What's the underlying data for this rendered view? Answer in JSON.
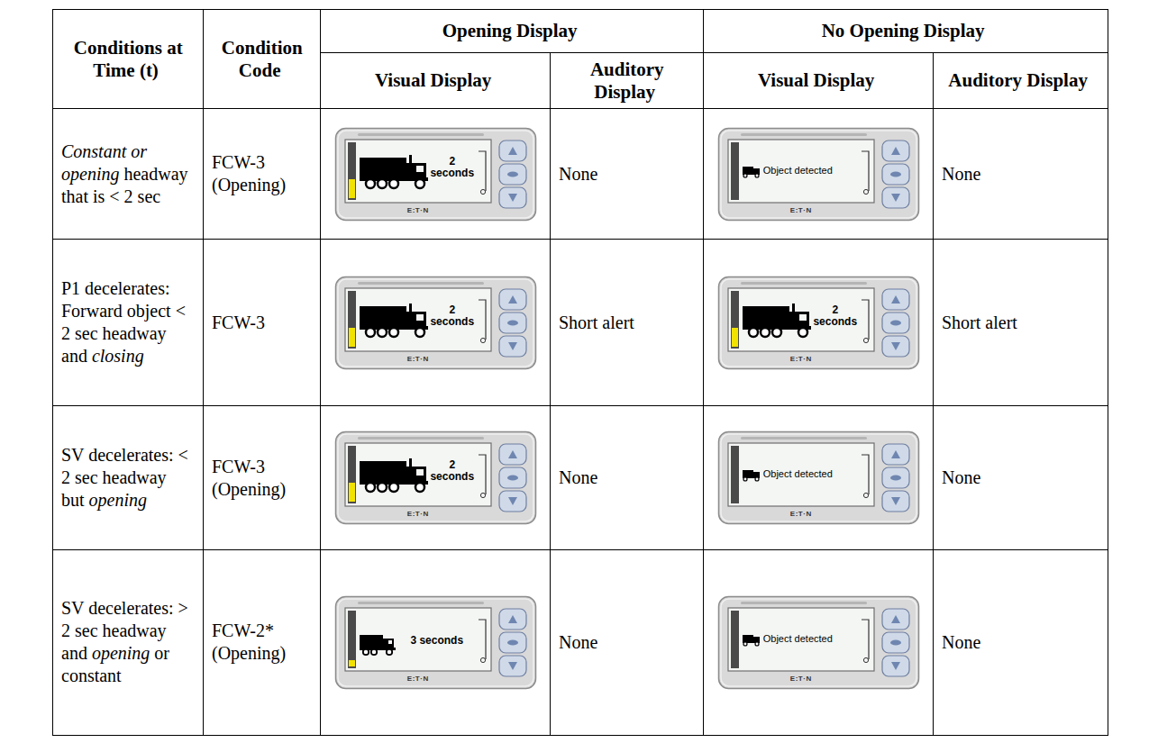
{
  "diagram": {
    "labels": [
      "Conditions at Time (t)",
      "Condition Code",
      "Opening Display",
      "No Opening Display",
      "Visual Display",
      "Auditory Display",
      "Visual Display",
      "Auditory Display",
      "Constant or opening",
      "headway that is < 2 sec",
      "FCW-3 (Opening)",
      "2 seconds",
      "E:T·N",
      "None",
      "Object detected",
      "E:T·N",
      "None",
      "P1 decelerates:",
      "Forward object < 2 sec headway and",
      "closing",
      "FCW-3",
      "2 seconds",
      "E:T·N",
      "Short alert",
      "2 seconds",
      "E:T·N",
      "Short alert",
      "SV decelerates: < 2 sec headway but",
      "opening",
      "FCW-3 (Opening)",
      "2 seconds",
      "E:T·N",
      "None",
      "Object detected",
      "E:T·N",
      "None",
      "SV decelerates: > 2 sec headway and",
      "opening",
      "or constant",
      "FCW-2* (Opening)",
      "3 seconds",
      "E:T·N",
      "None",
      "Object detected",
      "E:T·N",
      "None"
    ]
  }
}
